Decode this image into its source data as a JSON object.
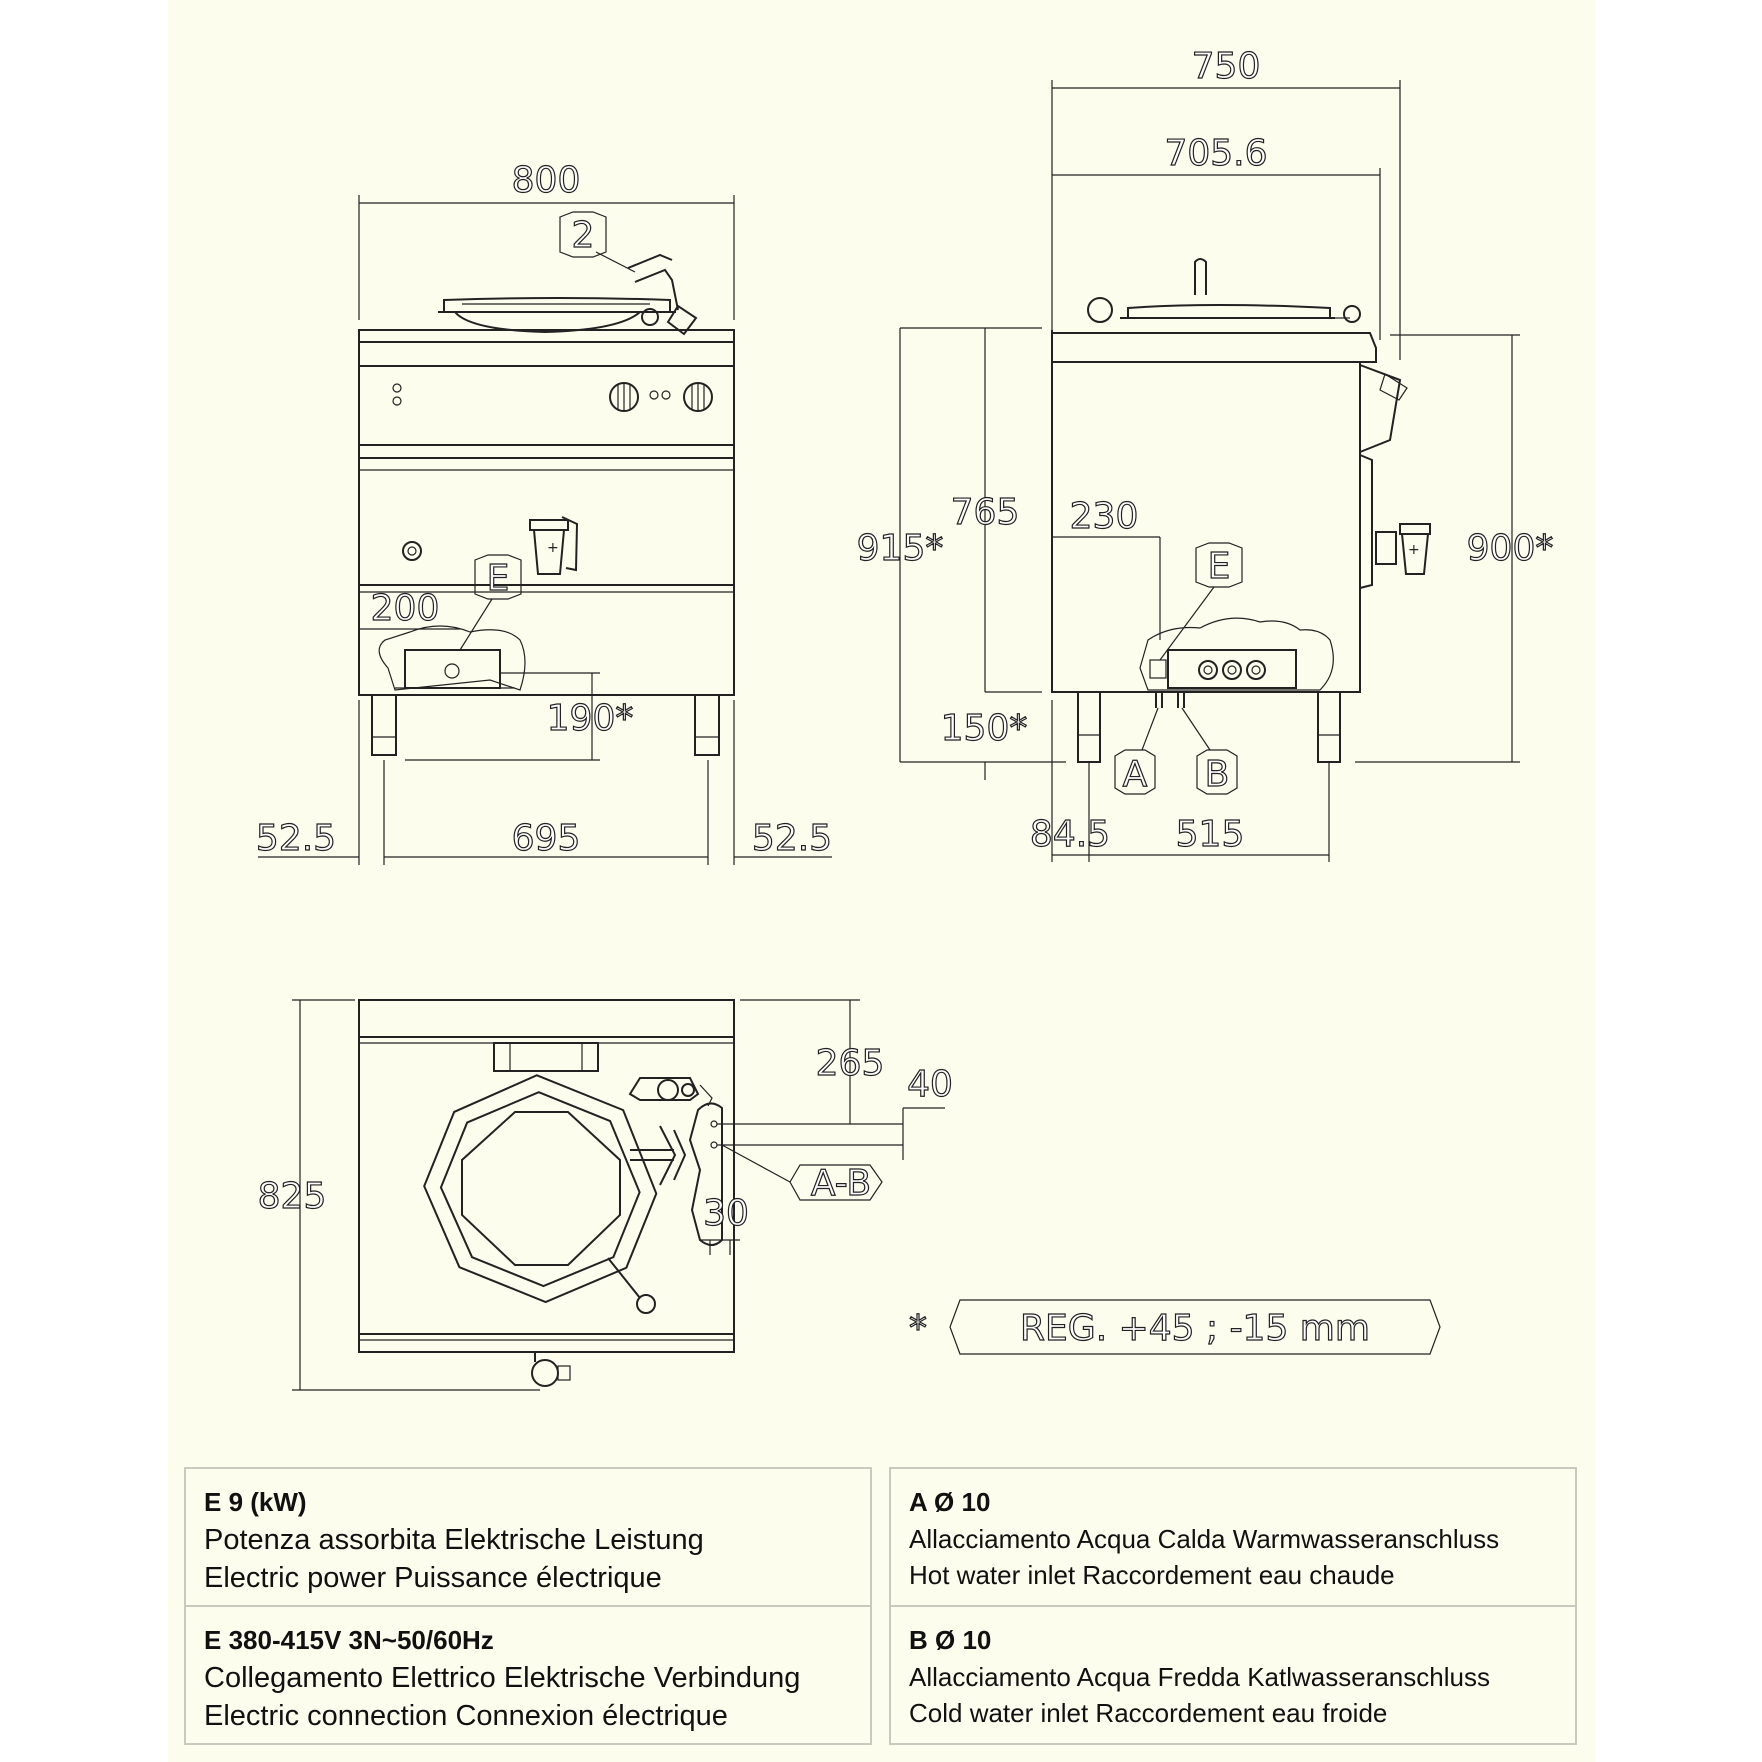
{
  "front_view": {
    "dim_width": "800",
    "dim_leg_left": "52.5",
    "dim_leg_span": "695",
    "dim_leg_right": "52.5",
    "dim_E_offset": "200",
    "dim_E_height": "190*",
    "callout_2": "2",
    "callout_E": "E"
  },
  "side_view": {
    "dim_depth": "750",
    "dim_inner_depth": "705.6",
    "dim_height_total": "915*",
    "dim_height_body": "765",
    "dim_E_offset": "230",
    "dim_height_right": "900*",
    "dim_foot_height": "150*",
    "dim_leg_offset": "84.5",
    "dim_leg_span": "515",
    "callout_E": "E",
    "callout_A": "A",
    "callout_B": "B"
  },
  "top_view": {
    "dim_depth": "825",
    "dim_265": "265",
    "dim_40": "40",
    "dim_30": "30",
    "callout_AB": "A-B"
  },
  "note": {
    "star": "*",
    "text": "REG. +45 ; -15 mm"
  },
  "specs": [
    {
      "title": "E 9 (kW)",
      "line1": "Potenza assorbita Elektrische Leistung",
      "line2": "Electric power Puissance électrique"
    },
    {
      "title": "A Ø 10",
      "line1": "Allacciamento Acqua Calda Warmwasseranschluss",
      "line2": "Hot water inlet Raccordement eau chaude"
    },
    {
      "title": "E 380-415V 3N~50/60Hz",
      "line1": "Collegamento Elettrico Elektrische Verbindung",
      "line2": "Electric connection Connexion électrique"
    },
    {
      "title": "B Ø 10",
      "line1": "Allacciamento Acqua Fredda Katlwasseranschluss",
      "line2": "Cold water inlet Raccordement eau froide"
    }
  ]
}
